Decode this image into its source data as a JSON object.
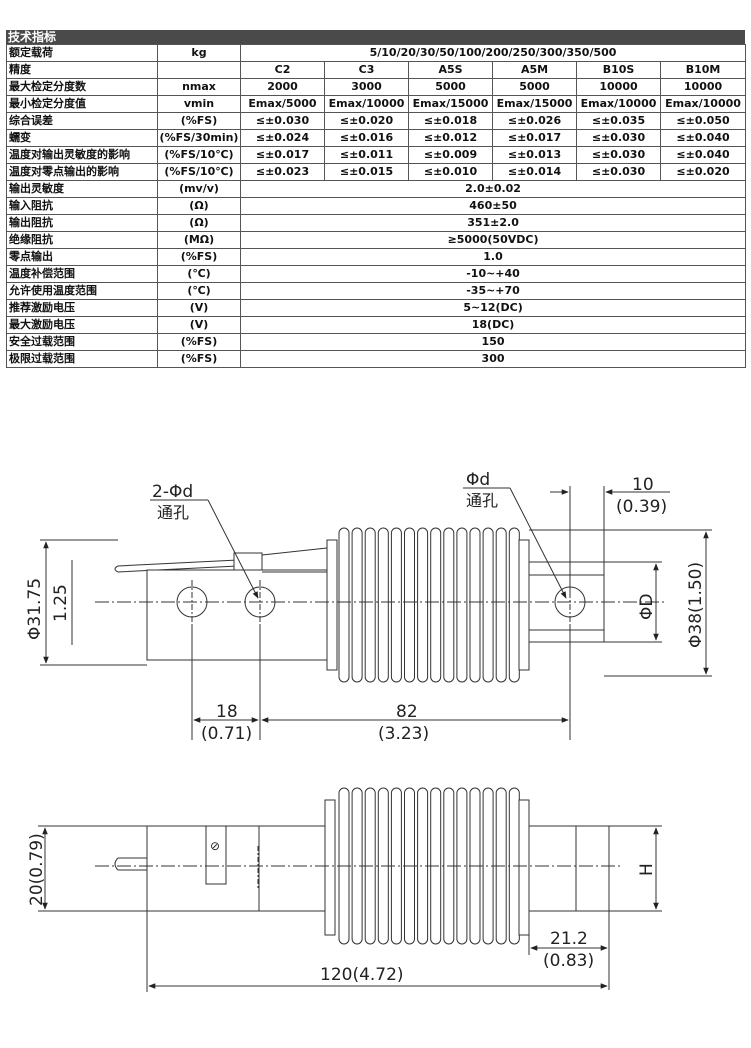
{
  "table": {
    "title": "技术指标",
    "grades": [
      "C2",
      "C3",
      "A5S",
      "A5M",
      "B10S",
      "B10M"
    ],
    "rows": [
      {
        "label": "额定载荷",
        "unit": "kg",
        "span": "5/10/20/30/50/100/200/250/300/350/500"
      },
      {
        "label": "精度",
        "unit": "",
        "cells": [
          "C2",
          "C3",
          "A5S",
          "A5M",
          "B10S",
          "B10M"
        ]
      },
      {
        "label": "最大检定分度数",
        "unit": "nmax",
        "cells": [
          "2000",
          "3000",
          "5000",
          "5000",
          "10000",
          "10000"
        ]
      },
      {
        "label": "最小检定分度值",
        "unit": "vmin",
        "cells": [
          "Emax/5000",
          "Emax/10000",
          "Emax/15000",
          "Emax/15000",
          "Emax/10000",
          "Emax/10000"
        ]
      },
      {
        "label": "综合误差",
        "unit": "(%FS)",
        "cells": [
          "≤±0.030",
          "≤±0.020",
          "≤±0.018",
          "≤±0.026",
          "≤±0.035",
          "≤±0.050"
        ]
      },
      {
        "label": "蠕变",
        "unit": "(%FS/30min)",
        "cells": [
          "≤±0.024",
          "≤±0.016",
          "≤±0.012",
          "≤±0.017",
          "≤±0.030",
          "≤±0.040"
        ]
      },
      {
        "label": "温度对输出灵敏度的影响",
        "unit": "(%FS/10℃)",
        "cells": [
          "≤±0.017",
          "≤±0.011",
          "≤±0.009",
          "≤±0.013",
          "≤±0.030",
          "≤±0.040"
        ]
      },
      {
        "label": "温度对零点输出的影响",
        "unit": "(%FS/10℃)",
        "cells": [
          "≤±0.023",
          "≤±0.015",
          "≤±0.010",
          "≤±0.014",
          "≤±0.030",
          "≤±0.020"
        ]
      },
      {
        "label": "输出灵敏度",
        "unit": "(mv/v)",
        "span": "2.0±0.02"
      },
      {
        "label": "输入阻抗",
        "unit": "(Ω)",
        "span": "460±50"
      },
      {
        "label": "输出阻抗",
        "unit": "(Ω)",
        "span": "351±2.0"
      },
      {
        "label": "绝缘阻抗",
        "unit": "(MΩ)",
        "span": "≥5000(50VDC)"
      },
      {
        "label": "零点输出",
        "unit": "(%FS)",
        "span": "1.0"
      },
      {
        "label": "温度补偿范围",
        "unit": "(℃)",
        "span": "-10~+40"
      },
      {
        "label": "允许使用温度范围",
        "unit": "(℃)",
        "span": "-35~+70"
      },
      {
        "label": "推荐激励电压",
        "unit": "(V)",
        "span": "5~12(DC)"
      },
      {
        "label": "最大激励电压",
        "unit": "(V)",
        "span": "18(DC)"
      },
      {
        "label": "安全过载范围",
        "unit": "(%FS)",
        "span": "150"
      },
      {
        "label": "极限过载范围",
        "unit": "(%FS)",
        "span": "300"
      }
    ]
  },
  "drawing": {
    "top": {
      "hole_left": "2-Φd",
      "hole_left_sub": "通孔",
      "hole_right": "Φd",
      "hole_right_sub": "通孔",
      "dim_10": "10",
      "dim_10_in": "(0.39)",
      "dim_dia_left": "Φ31.75",
      "dim_125": "1.25",
      "dim_phiD": "ΦD",
      "dim_38": "Φ38(1.50)",
      "dim_18": "18",
      "dim_18_in": "(0.71)",
      "dim_82": "82",
      "dim_82_in": "(3.23)"
    },
    "side": {
      "dim_20": "20(0.79)",
      "dim_H": "H",
      "dim_212": "21.2",
      "dim_212_in": "(0.83)",
      "dim_120": "120(4.72)",
      "mark": "⊘"
    }
  }
}
